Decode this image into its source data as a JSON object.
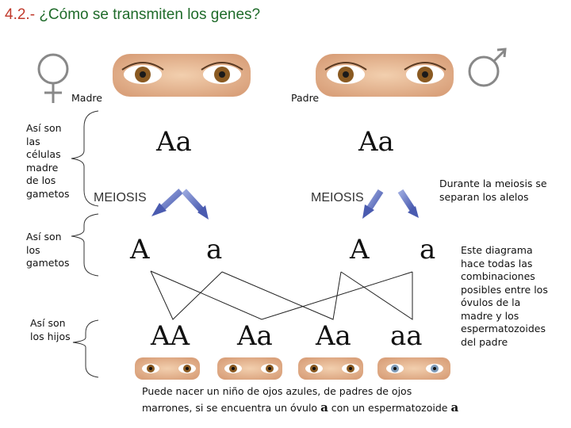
{
  "title": {
    "number": "4.2.-",
    "text": "¿Cómo se transmiten los genes?"
  },
  "labels": {
    "mother": "Madre",
    "father": "Padre"
  },
  "brackets": {
    "stem_cells": [
      "Así son",
      "las",
      "células",
      "madre",
      "de los",
      "gametos"
    ],
    "gametes": [
      "Así son",
      "los",
      "gametos"
    ],
    "children": [
      "Así son",
      "los hijos"
    ]
  },
  "parents": {
    "mother_genotype": "Aa",
    "father_genotype": "Aa"
  },
  "meiosis": {
    "left": "MEIOSIS",
    "right": "MEIOSIS"
  },
  "meiosis_note": [
    "Durante la meiosis se",
    "separan los alelos"
  ],
  "gametes": {
    "mother": [
      "A",
      "a"
    ],
    "father": [
      "A",
      "a"
    ]
  },
  "offspring": [
    "AA",
    "Aa",
    "Aa",
    "aa"
  ],
  "side_note": [
    "Este diagrama",
    "hace todas las",
    "combinaciones",
    "posibles entre los",
    "óvulos de la",
    "madre y los",
    "espermatozoides",
    "del padre"
  ],
  "bottom_note": {
    "line1": "Puede nacer un niño de ojos azules, de padres de ojos",
    "line2": "marrones, si se encuentra un óvulo",
    "a1": "a",
    "mid": "con un espermatozoide",
    "a2": "a"
  },
  "colors": {
    "brown_iris": "#8a5a22",
    "blue_iris": "#7f9bb8",
    "arrow": "#6d7fc4",
    "skin": "#e9bf9c"
  }
}
